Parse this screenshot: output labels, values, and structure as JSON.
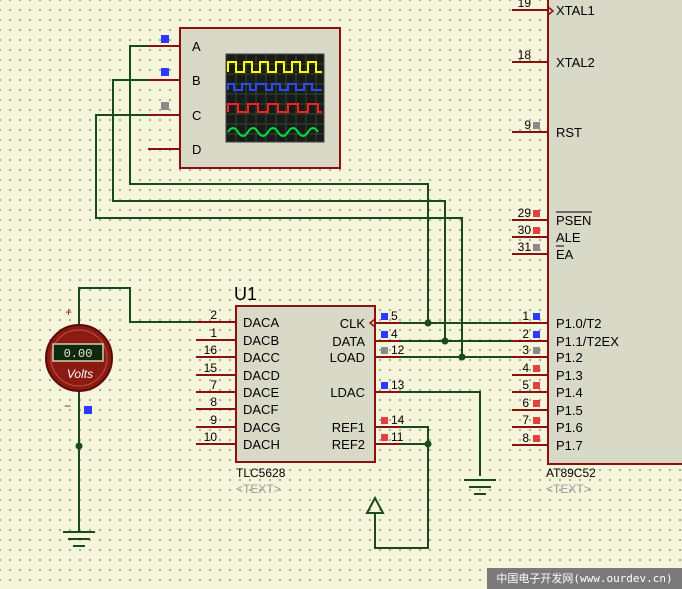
{
  "oscilloscope": {
    "channels": [
      "A",
      "B",
      "C",
      "D"
    ],
    "traces": [
      {
        "color": "#ffff00"
      },
      {
        "color": "#2a4bff"
      },
      {
        "color": "#ff2020"
      },
      {
        "color": "#00e040"
      }
    ]
  },
  "voltmeter": {
    "display": "0.00",
    "unit": "Volts",
    "plus": "+",
    "minus": "−"
  },
  "u1": {
    "ref": "U1",
    "part": "TLC5628",
    "text": "<TEXT>",
    "left_pins": [
      {
        "num": "2",
        "name": "DACA"
      },
      {
        "num": "1",
        "name": "DACB"
      },
      {
        "num": "16",
        "name": "DACC"
      },
      {
        "num": "15",
        "name": "DACD"
      },
      {
        "num": "7",
        "name": "DACE"
      },
      {
        "num": "8",
        "name": "DACF"
      },
      {
        "num": "9",
        "name": "DACG"
      },
      {
        "num": "10",
        "name": "DACH"
      }
    ],
    "right_pins": [
      {
        "num": "5",
        "name": "CLK"
      },
      {
        "num": "4",
        "name": "DATA"
      },
      {
        "num": "12",
        "name": "LOAD"
      },
      {
        "num": "13",
        "name": "LDAC"
      },
      {
        "num": "14",
        "name": "REF1"
      },
      {
        "num": "11",
        "name": "REF2"
      }
    ]
  },
  "mcu": {
    "part": "AT89C52",
    "text": "<TEXT>",
    "top_pins": [
      {
        "num": "19",
        "name": "XTAL1"
      },
      {
        "num": "18",
        "name": "XTAL2"
      },
      {
        "num": "9",
        "name": "RST"
      }
    ],
    "ctrl_pins": [
      {
        "num": "29",
        "name": "PSEN"
      },
      {
        "num": "30",
        "name": "ALE"
      },
      {
        "num": "31",
        "name": "EA"
      }
    ],
    "port_pins": [
      {
        "num": "1",
        "name": "P1.0/T2"
      },
      {
        "num": "2",
        "name": "P1.1/T2EX"
      },
      {
        "num": "3",
        "name": "P1.2"
      },
      {
        "num": "4",
        "name": "P1.3"
      },
      {
        "num": "5",
        "name": "P1.4"
      },
      {
        "num": "6",
        "name": "P1.5"
      },
      {
        "num": "7",
        "name": "P1.6"
      },
      {
        "num": "8",
        "name": "P1.7"
      }
    ]
  },
  "watermark": "中国电子开发网(www.ourdev.cn)",
  "colors": {
    "background": "#f5f5dc",
    "wire": "#1a4a1a",
    "pin": "#8b1010",
    "body_fill": "#d9d9c8",
    "body_stroke": "#8b1010"
  }
}
